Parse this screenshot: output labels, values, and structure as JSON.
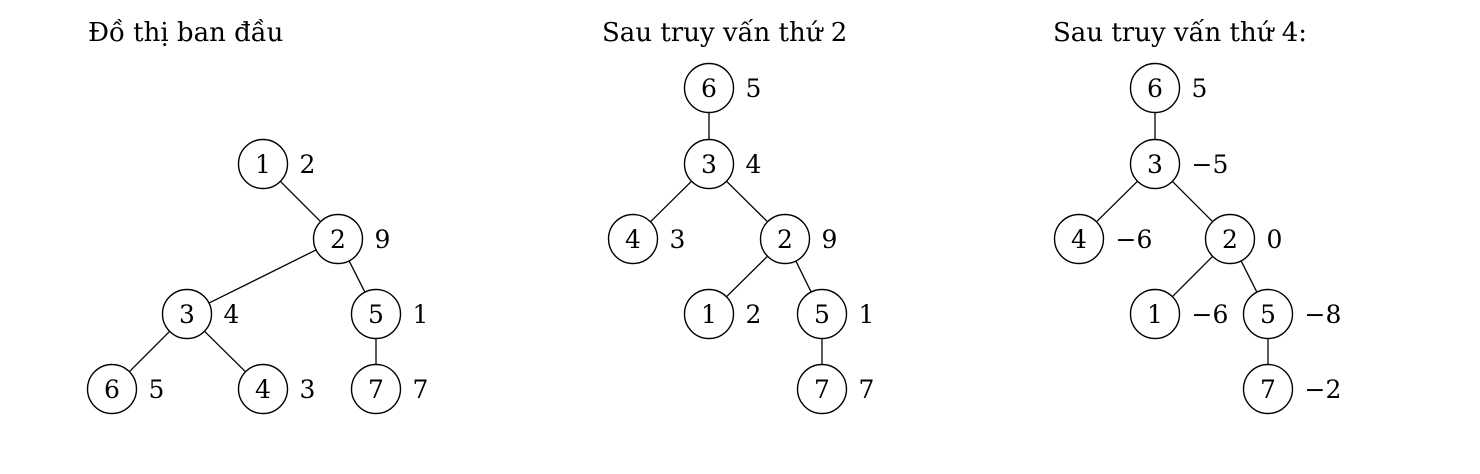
{
  "panels": [
    {
      "title": "Đồ thị ban đầu",
      "nodes": [
        {
          "id": "1",
          "weight": "2"
        },
        {
          "id": "2",
          "weight": "9"
        },
        {
          "id": "3",
          "weight": "4"
        },
        {
          "id": "5",
          "weight": "1"
        },
        {
          "id": "6",
          "weight": "5"
        },
        {
          "id": "4",
          "weight": "3"
        },
        {
          "id": "7",
          "weight": "7"
        }
      ],
      "edges": [
        [
          "1",
          "2"
        ],
        [
          "2",
          "3"
        ],
        [
          "2",
          "5"
        ],
        [
          "3",
          "6"
        ],
        [
          "3",
          "4"
        ],
        [
          "5",
          "7"
        ]
      ]
    },
    {
      "title": "Sau truy vấn thứ 2",
      "nodes": [
        {
          "id": "6",
          "weight": "5"
        },
        {
          "id": "3",
          "weight": "4"
        },
        {
          "id": "4",
          "weight": "3"
        },
        {
          "id": "2",
          "weight": "9"
        },
        {
          "id": "1",
          "weight": "2"
        },
        {
          "id": "5",
          "weight": "1"
        },
        {
          "id": "7",
          "weight": "7"
        }
      ],
      "edges": [
        [
          "6",
          "3"
        ],
        [
          "3",
          "4"
        ],
        [
          "3",
          "2"
        ],
        [
          "2",
          "1"
        ],
        [
          "2",
          "5"
        ],
        [
          "5",
          "7"
        ]
      ]
    },
    {
      "title": "Sau truy vấn thứ 4:",
      "nodes": [
        {
          "id": "6",
          "weight": "5"
        },
        {
          "id": "3",
          "weight": "−5"
        },
        {
          "id": "4",
          "weight": "−6"
        },
        {
          "id": "2",
          "weight": "0"
        },
        {
          "id": "1",
          "weight": "−6"
        },
        {
          "id": "5",
          "weight": "−8"
        },
        {
          "id": "7",
          "weight": "−2"
        }
      ],
      "edges": [
        [
          "6",
          "3"
        ],
        [
          "3",
          "4"
        ],
        [
          "3",
          "2"
        ],
        [
          "2",
          "1"
        ],
        [
          "2",
          "5"
        ],
        [
          "5",
          "7"
        ]
      ]
    }
  ]
}
